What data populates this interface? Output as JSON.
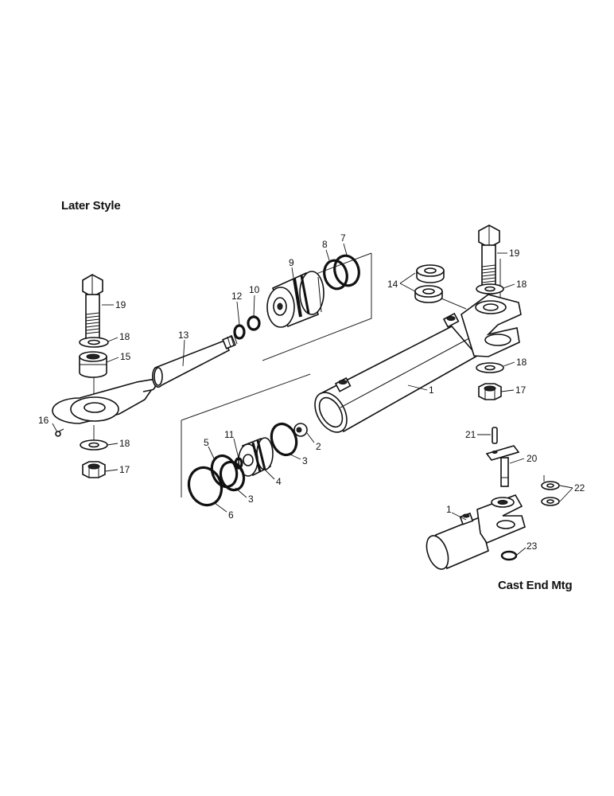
{
  "headings": {
    "later_style": "Later Style",
    "cast_end_mtg": "Cast End Mtg"
  },
  "callouts": {
    "c1a": "1",
    "c1b": "1",
    "c2": "2",
    "c3a": "3",
    "c3b": "3",
    "c4": "4",
    "c5": "5",
    "c6": "6",
    "c7": "7",
    "c8": "8",
    "c9": "9",
    "c10": "10",
    "c11": "11",
    "c12": "12",
    "c13": "13",
    "c14": "14",
    "c15": "15",
    "c16": "16",
    "c17a": "17",
    "c17b": "17",
    "c18a": "18",
    "c18b": "18",
    "c18c": "18",
    "c18d": "18",
    "c19a": "19",
    "c19b": "19",
    "c20": "20",
    "c21": "21",
    "c22": "22",
    "c23": "23"
  }
}
